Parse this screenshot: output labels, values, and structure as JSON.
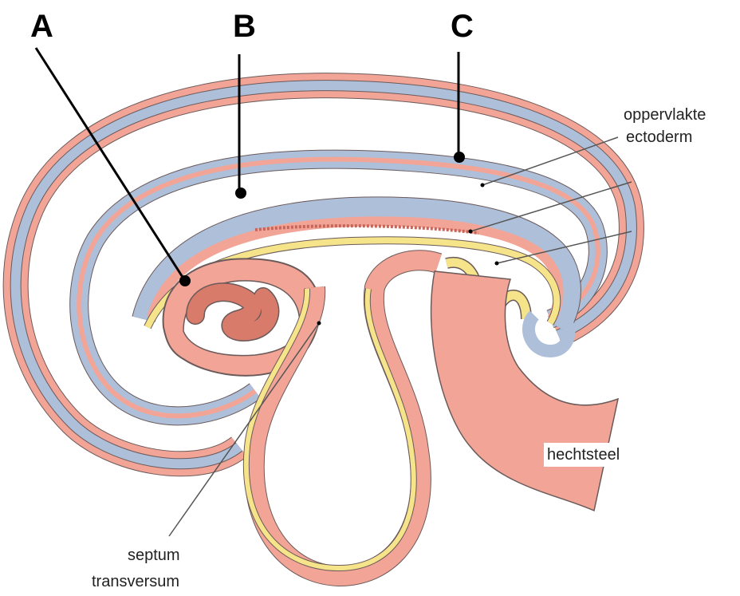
{
  "labels": {
    "letter_a": "A",
    "letter_b": "B",
    "letter_c": "C",
    "oppervlakte_line1": "oppervlakte",
    "oppervlakte_line2": "ectoderm",
    "hechtsteel": "hechtsteel",
    "septum_line1": "septum",
    "septum_line2": "transversum"
  },
  "colors": {
    "mesoderm_pink": "#F2A596",
    "ectoderm_blue": "#AEBFDA",
    "endoderm_yellow": "#F6E48A",
    "outline": "#6b5a5a",
    "heart_dark": "#D97B6B",
    "pointer_line": "#555555"
  }
}
